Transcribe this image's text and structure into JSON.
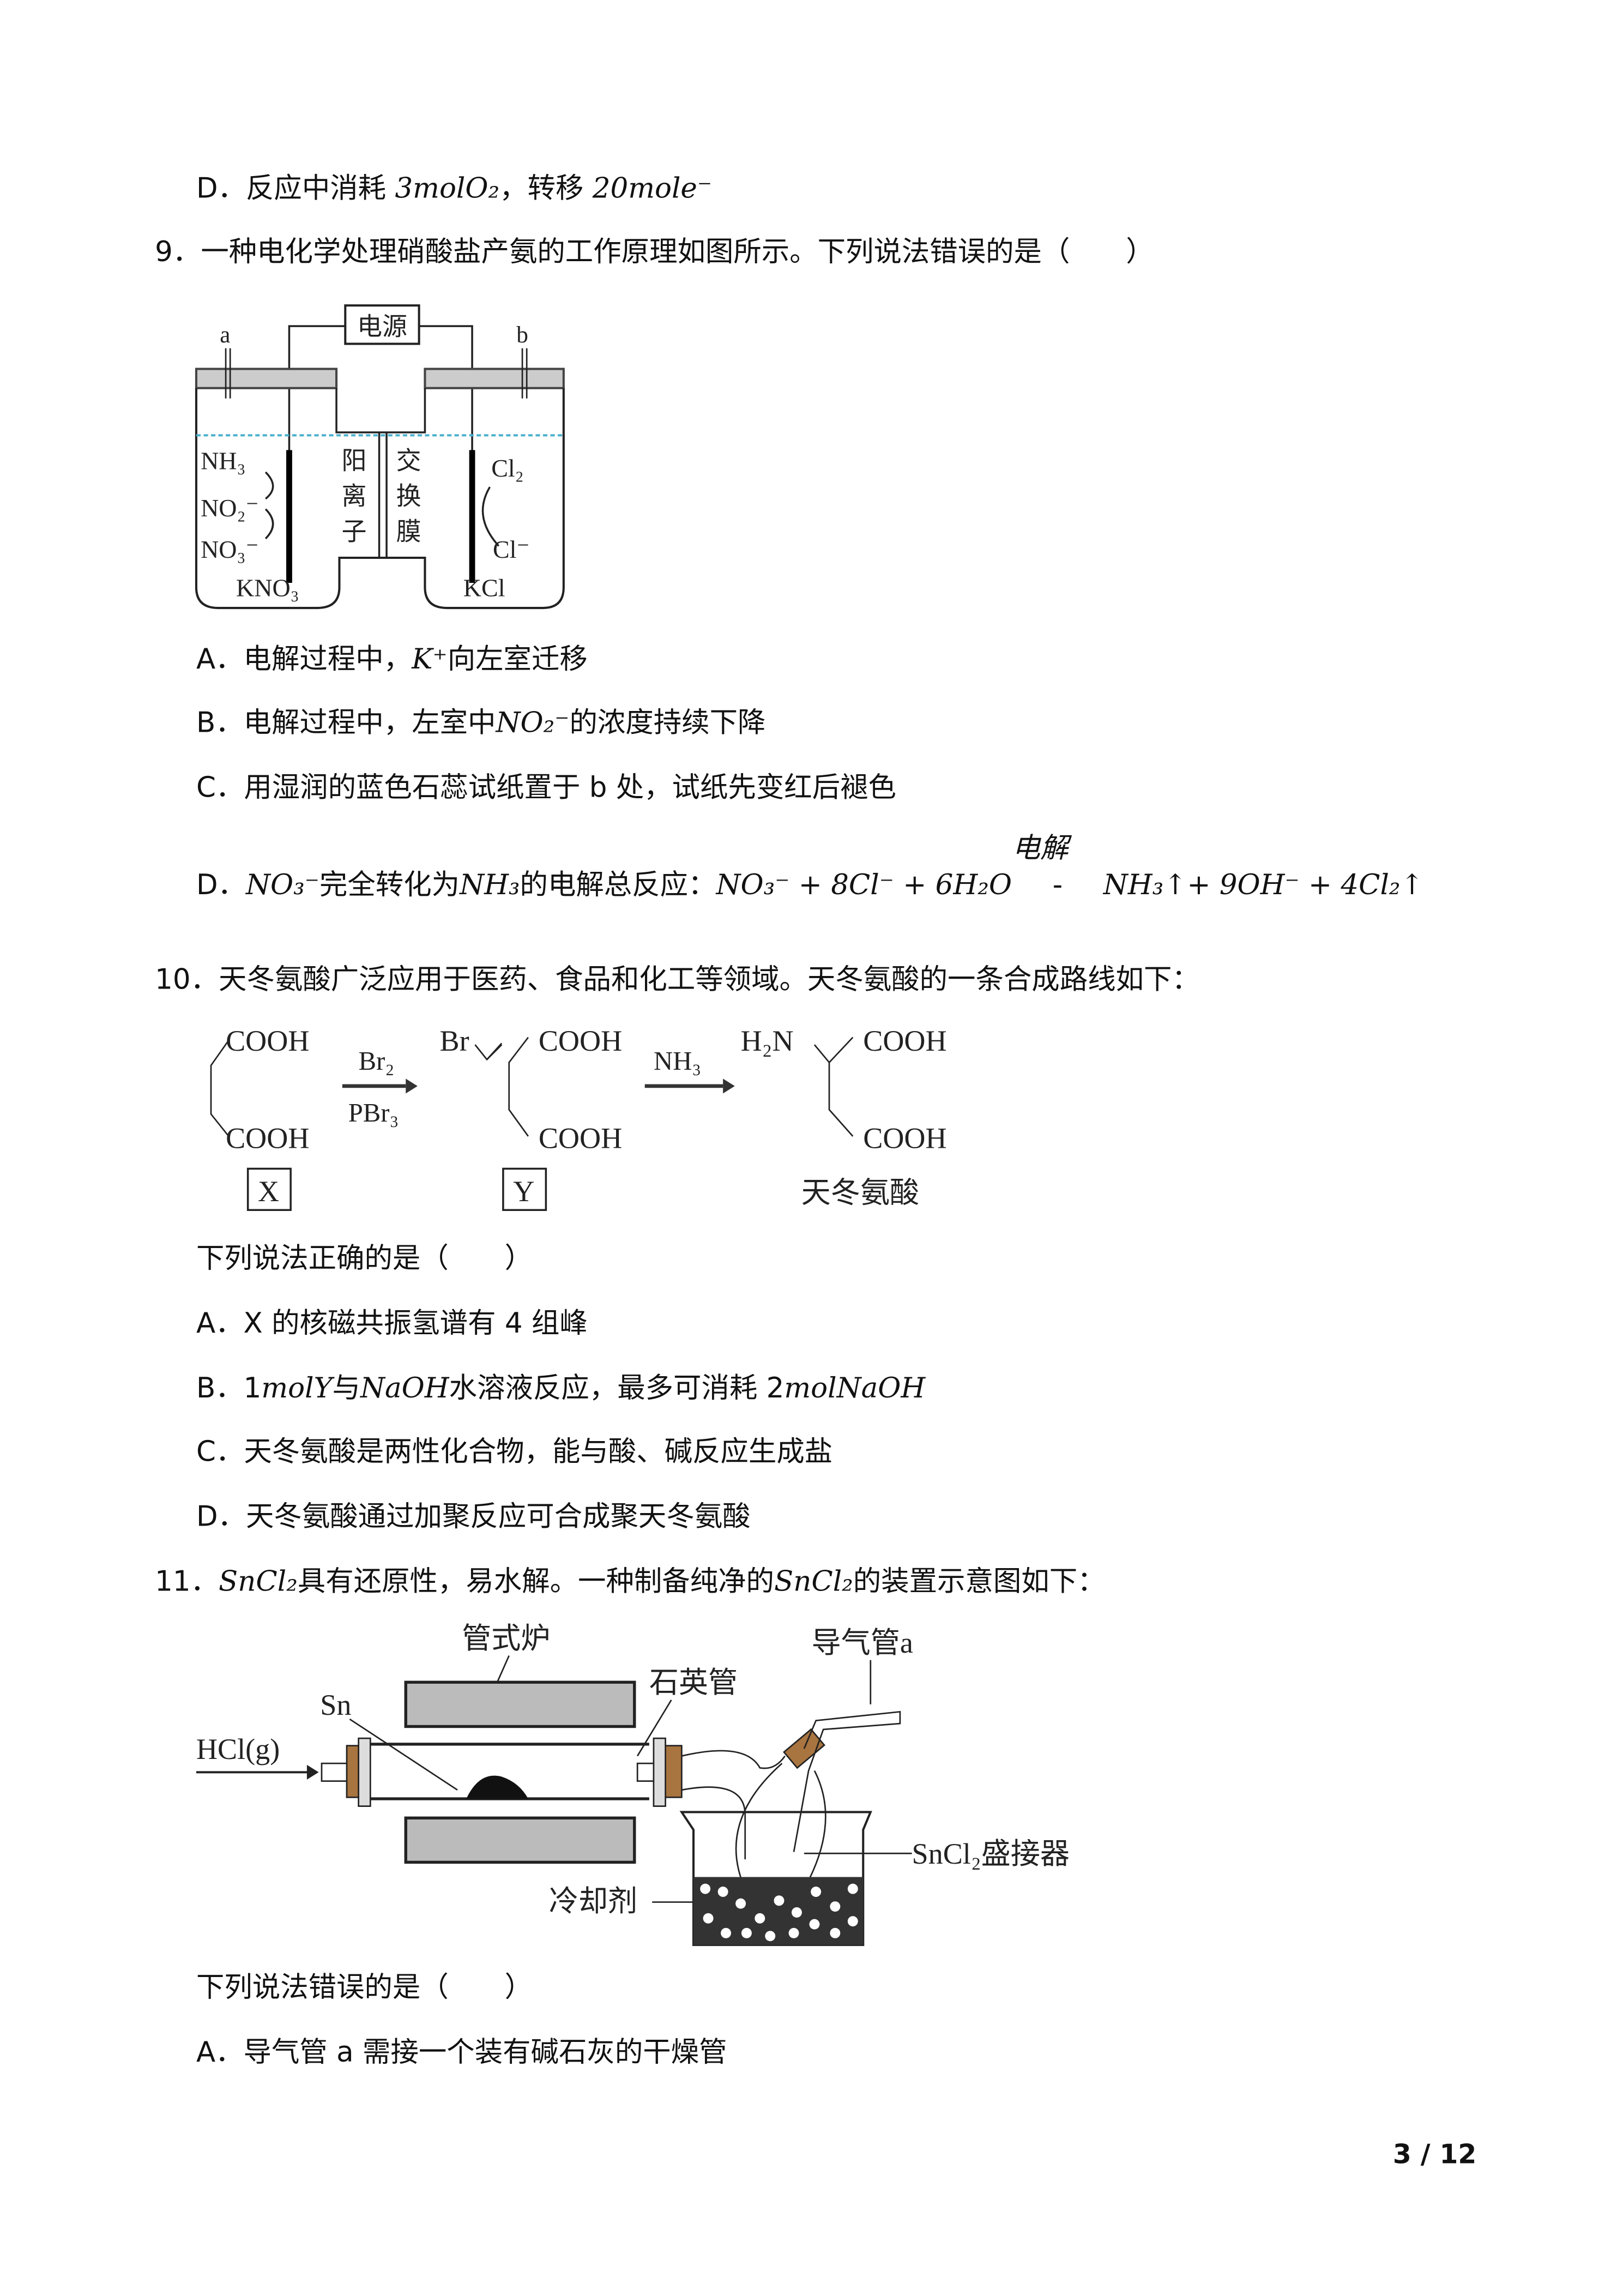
{
  "prev_option_d": {
    "label": "D．",
    "text": "反应中消耗 ",
    "math1": "3molO₂",
    "text2": "，转移 ",
    "math2": "20mole⁻"
  },
  "q9": {
    "number": "9．",
    "stem": "一种电化学处理硝酸盐产氨的工作原理如图所示。下列说法错误的是（　　）",
    "figure": {
      "power": "电源",
      "a": "a",
      "b": "b",
      "nh3": "NH₃",
      "no2": "NO₂⁻",
      "no3": "NO₃⁻",
      "kno3": "KNO₃",
      "cl2": "Cl₂",
      "cl": "Cl⁻",
      "kcl": "KCl",
      "membrane_left": [
        "阳",
        "离",
        "子"
      ],
      "membrane_right": [
        "交",
        "换",
        "膜"
      ]
    },
    "options": [
      {
        "label": "A．",
        "parts": [
          "电解过程中，",
          "K⁺",
          "向左室迁移"
        ]
      },
      {
        "label": "B．",
        "parts": [
          "电解过程中，左室中",
          "NO₂⁻",
          "的浓度持续下降"
        ]
      },
      {
        "label": "C．",
        "parts": [
          "用湿润的蓝色石蕊试纸置于 b 处，试纸先变红后褪色"
        ]
      },
      {
        "label": "D．",
        "parts": [
          "NO₃⁻",
          "完全转化为",
          "NH₃",
          "的电解总反应：",
          "NO₃⁻ + 8Cl⁻ + 6H₂O",
          "NH₃↑+ 9OH⁻ + 4Cl₂↑"
        ],
        "condition": "电解"
      }
    ]
  },
  "q10": {
    "number": "10．",
    "stem": "天冬氨酸广泛应用于医药、食品和化工等领域。天冬氨酸的一条合成路线如下：",
    "figure": {
      "cooh": "COOH",
      "br2": "Br₂",
      "pbr3": "PBr₃",
      "br": "Br",
      "nh3": "NH₃",
      "h2n": "H₂N",
      "x": "X",
      "y": "Y",
      "product": "天冬氨酸"
    },
    "question": "下列说法正确的是（　　）",
    "options": [
      {
        "label": "A．",
        "parts": [
          "X 的核磁共振氢谱有 4 组峰"
        ]
      },
      {
        "label": "B．",
        "parts": [
          "1",
          "molY",
          "与",
          "NaOH",
          "水溶液反应，最多可消耗 2",
          "molNaOH"
        ]
      },
      {
        "label": "C．",
        "parts": [
          "天冬氨酸是两性化合物，能与酸、碱反应生成盐"
        ]
      },
      {
        "label": "D．",
        "parts": [
          "天冬氨酸通过加聚反应可合成聚天冬氨酸"
        ]
      }
    ]
  },
  "q11": {
    "number": "11．",
    "parts": [
      "SnCl₂",
      "具有还原性，易水解。一种制备纯净的",
      "SnCl₂",
      "的装置示意图如下："
    ],
    "figure": {
      "furnace": "管式炉",
      "tube_a": "导气管a",
      "quartz": "石英管",
      "sn": "Sn",
      "hcl": "HCl(g)",
      "receiver": "SnCl₂盛接器",
      "coolant": "冷却剂"
    },
    "question": "下列说法错误的是（　　）",
    "options": [
      {
        "label": "A．",
        "parts": [
          "导气管 a 需接一个装有碱石灰的干燥管"
        ]
      }
    ]
  },
  "page_number": "3 / 12"
}
